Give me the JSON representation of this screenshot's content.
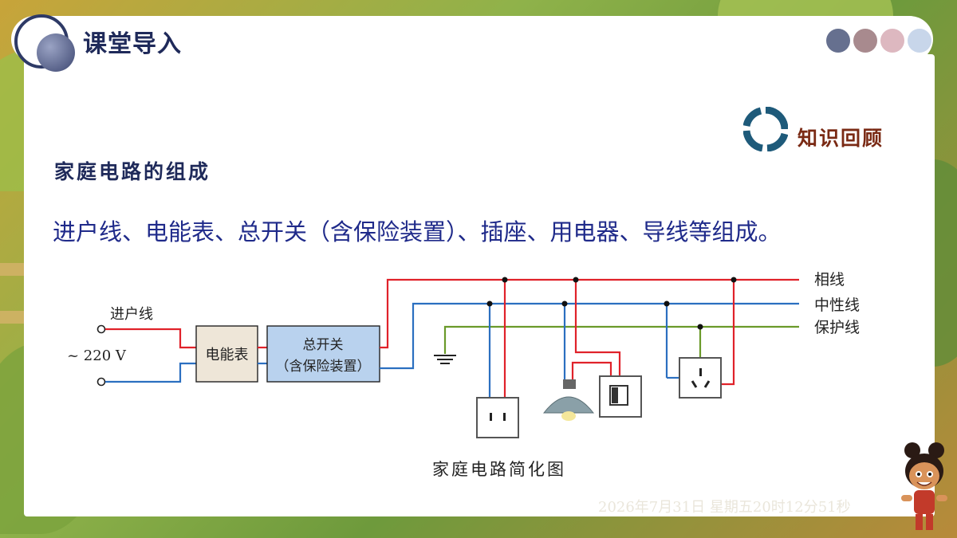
{
  "header": {
    "title": "课堂导入"
  },
  "badge": {
    "label": "知识回顾"
  },
  "section": {
    "heading": "家庭电路的组成"
  },
  "summary": "进户线、电能表、总开关（含保险装置）、插座、用电器、导线等组成。",
  "diagram": {
    "incoming_label": "进户线",
    "voltage_label": "~ 220 V",
    "meter_label": "电能表",
    "main_switch_label_1": "总开关",
    "main_switch_label_2": "（含保险装置）",
    "live_wire_label": "相线",
    "neutral_wire_label": "中性线",
    "earth_wire_label": "保护线",
    "caption": "家庭电路简化图"
  },
  "footer": {
    "datetime": "2026年7月31日 星期五20时12分51秒"
  },
  "colors": {
    "live_wire": "#e0222a",
    "neutral_wire": "#2b6fc0",
    "earth_wire": "#6a9a2a",
    "meter_fill": "#eee6d8",
    "switch_fill": "#b9d2ee",
    "title_text": "#1f2a5a",
    "header_dots": [
      "#66708f",
      "#a88a8e",
      "#ddb8c0",
      "#c8d6ea"
    ]
  },
  "icons": [
    "ring-icon",
    "socket-icon",
    "lamp-icon",
    "light-switch-icon",
    "three-pin-socket-icon",
    "ground-symbol-icon"
  ]
}
